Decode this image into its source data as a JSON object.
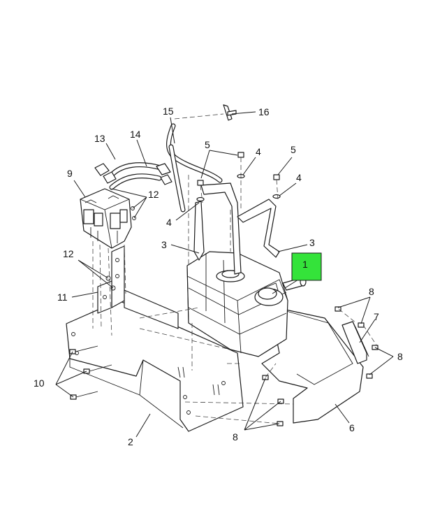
{
  "callouts": {
    "c1": "1",
    "c2": "2",
    "c3a": "3",
    "c3b": "3",
    "c4a": "4",
    "c4b": "4",
    "c4c": "4",
    "c5a": "5",
    "c5b": "5",
    "c6": "6",
    "c7": "7",
    "c8a": "8",
    "c8b": "8",
    "c8c": "8",
    "c9": "9",
    "c10": "10",
    "c11": "11",
    "c12a": "12",
    "c12b": "12",
    "c13": "13",
    "c14": "14",
    "c15": "15",
    "c16": "16"
  },
  "colors": {
    "highlight": "#34e33a"
  }
}
